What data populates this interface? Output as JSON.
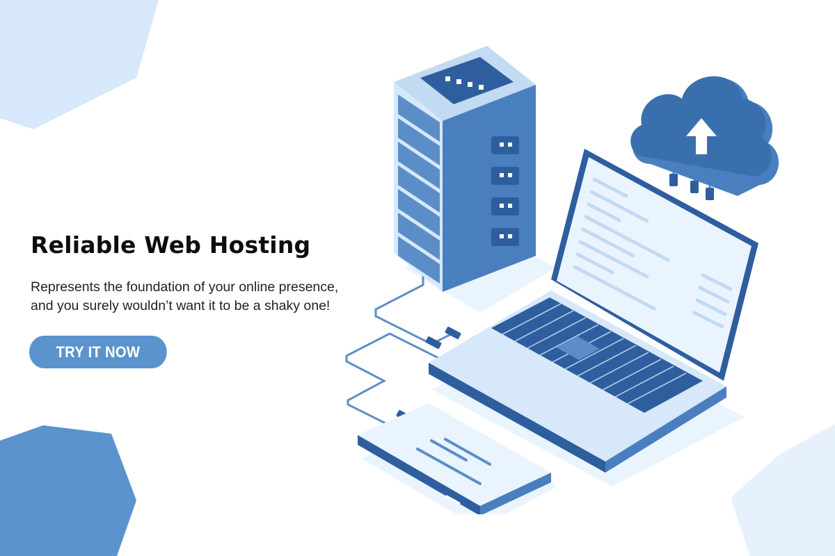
{
  "hero": {
    "headline": "Reliable Web Hosting",
    "description_lines": [
      "Represents the foundation of your online presence,",
      "and you surely wouldn’t want it to be a shaky one!"
    ],
    "cta_label": "TRY IT NOW"
  },
  "illustration": {
    "items": [
      "server-rack",
      "cloud-upload-icon",
      "laptop",
      "smartphone",
      "network-cables"
    ]
  },
  "colors": {
    "accent": "#5b93cc",
    "dark_blue": "#2e5e9e",
    "mid_blue": "#5b8ec9",
    "light_blue": "#d6e8fa",
    "pale_blue": "#eaf4fe",
    "text": "#0d0d0d"
  }
}
